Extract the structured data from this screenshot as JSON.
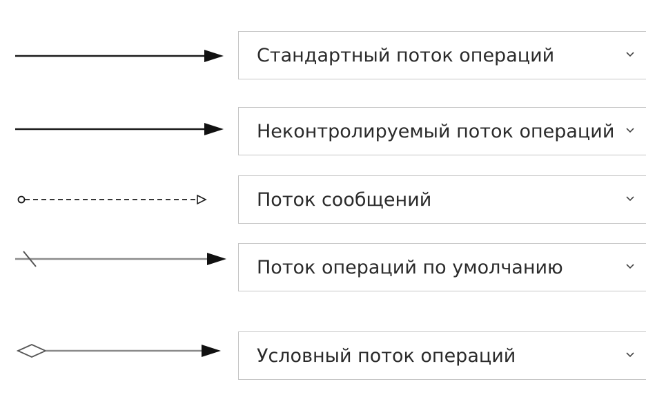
{
  "flow_options": [
    {
      "label": "Стандартный поток операций",
      "connector": "solid-line-filled-arrow"
    },
    {
      "label": "Неконтролируемый поток операций",
      "connector": "solid-line-filled-arrow"
    },
    {
      "label": "Поток сообщений",
      "connector": "dashed-line-circle-start-open-arrow"
    },
    {
      "label": "Поток операций по умолчанию",
      "connector": "slash-start-line-filled-arrow"
    },
    {
      "label": "Условный поток операций",
      "connector": "diamond-start-line-filled-arrow"
    }
  ],
  "chevron_icon": "chevron-down-icon",
  "colors": {
    "line": "#1a1a1a",
    "light_line": "#8a8a8a",
    "border": "#c4c4c4",
    "text": "#2b2b2b"
  }
}
